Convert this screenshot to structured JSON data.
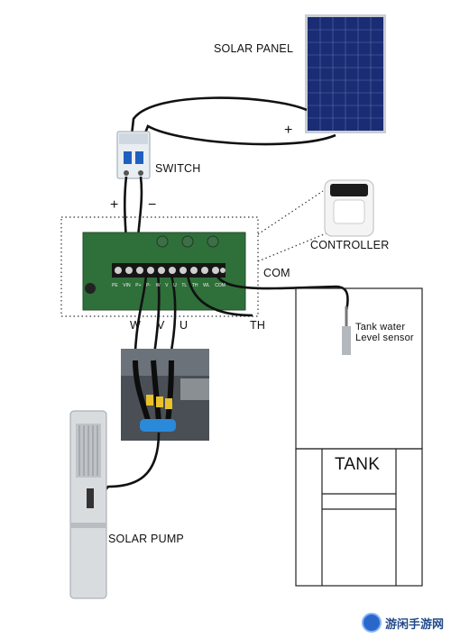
{
  "labels": {
    "solar_panel": "SOLAR PANEL",
    "switch": "SWITCH",
    "controller": "CONTROLLER",
    "com": "COM",
    "th": "TH",
    "w": "W",
    "v": "V",
    "u": "U",
    "tank_sensor_line1": "Tank water",
    "tank_sensor_line2": "Level sensor",
    "tank": "TANK",
    "solar_pump": "SOLAR PUMP",
    "plus_panel": "+",
    "plus_switch": "+",
    "minus_switch": "−"
  },
  "terminal_labels": [
    "PE",
    "VIN",
    "P+",
    "P-",
    "W",
    "V",
    "U",
    "TL",
    "TH",
    "WL",
    "COM"
  ],
  "watermark": {
    "text": "游闲手游网"
  },
  "colors": {
    "wire": "#111111",
    "board_green": "#2f6f3a",
    "panel_blue": "#1c2f78",
    "frame": "#d7d7d7"
  }
}
